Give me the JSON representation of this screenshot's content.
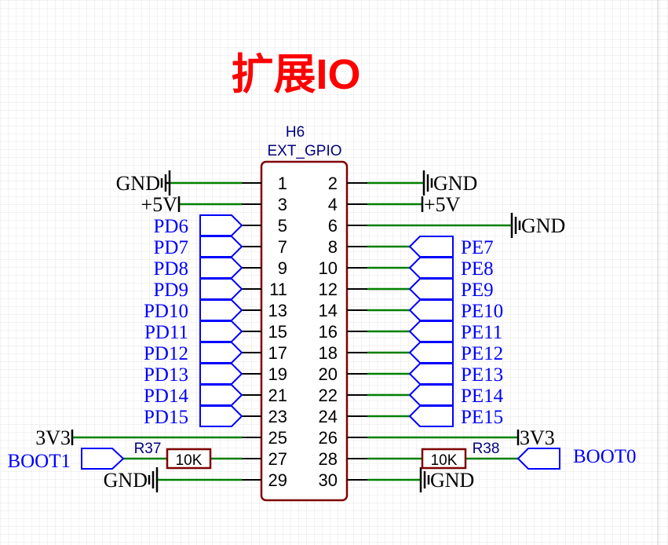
{
  "title": "扩展IO",
  "component": {
    "designator": "H6",
    "name": "EXT_GPIO",
    "pins_left": [
      "1",
      "3",
      "5",
      "7",
      "9",
      "11",
      "13",
      "15",
      "17",
      "19",
      "21",
      "23",
      "25",
      "27",
      "29"
    ],
    "pins_right": [
      "2",
      "4",
      "6",
      "8",
      "10",
      "12",
      "14",
      "16",
      "18",
      "20",
      "22",
      "24",
      "26",
      "28",
      "30"
    ]
  },
  "nets_left": [
    "GND",
    "+5V",
    "PD6",
    "PD7",
    "PD8",
    "PD9",
    "PD10",
    "PD11",
    "PD12",
    "PD13",
    "PD14",
    "PD15",
    "3V3",
    "BOOT1",
    "GND"
  ],
  "nets_right": [
    "GND",
    "+5V",
    "GND",
    "PE7",
    "PE8",
    "PE9",
    "PE10",
    "PE11",
    "PE12",
    "PE13",
    "PE14",
    "PE15",
    "3V3",
    "BOOT0",
    "GND"
  ],
  "resistors": [
    {
      "designator": "R37",
      "value": "10K"
    },
    {
      "designator": "R38",
      "value": "10K"
    }
  ],
  "colors": {
    "title": "#ff0000",
    "wire": "#008000",
    "netlabel": "#0000ff",
    "component_outline": "#800000",
    "pin_text": "#000000",
    "component_text": "#000080",
    "grid": "#e6e6e6"
  }
}
